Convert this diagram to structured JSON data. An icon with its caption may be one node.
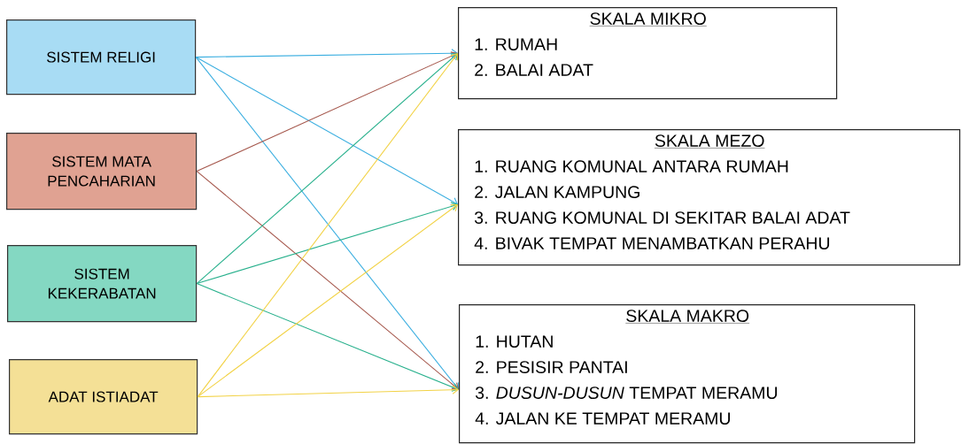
{
  "diagram": {
    "nodes": [
      {
        "text": [
          "SISTEM RELIGI"
        ]
      },
      {
        "text": [
          "SISTEM MATA PENCAHARIAN"
        ]
      },
      {
        "text": [
          "SISTEM KEKERABATAN"
        ]
      },
      {
        "text": [
          "ADAT ISTIADAT"
        ]
      },
      {
        "text": [
          "SKALA MIKRO",
          "1. RUMAH",
          "2. BALAI ADAT"
        ]
      },
      {
        "text": [
          "SKALA MEZO",
          "1. RUANG KOMUNAL ANTARA RUMAH",
          "2. JALAN KAMPUNG",
          "3. RUANG KOMUNAL DI SEKITAR BALAI ADAT",
          "4. BIVAK TEMPAT MENAMBATKAN PERAHU"
        ]
      },
      {
        "text": [
          "SKALA MAKRO",
          "1. HUTAN",
          "2. PESISIR PANTAI",
          "3. *DUSUN-DUSUN* TEMPAT MERAMU",
          "4. JALAN KE TEMPAT MERAMU"
        ]
      }
    ],
    "edges": [
      {
        "from": 0,
        "to": 4,
        "arrow": "to",
        "color": "#3aaee0"
      },
      {
        "from": 0,
        "to": 5,
        "arrow": "to",
        "color": "#3aaee0"
      },
      {
        "from": 0,
        "to": 6,
        "arrow": "to",
        "color": "#3aaee0"
      },
      {
        "from": 1,
        "to": 4,
        "arrow": "to",
        "color": "#a5574c"
      },
      {
        "from": 1,
        "to": 6,
        "arrow": "to",
        "color": "#a5574c"
      },
      {
        "from": 2,
        "to": 4,
        "arrow": "to",
        "color": "#27b08c"
      },
      {
        "from": 2,
        "to": 5,
        "arrow": "to",
        "color": "#27b08c"
      },
      {
        "from": 2,
        "to": 6,
        "arrow": "to",
        "color": "#27b08c"
      },
      {
        "from": 3,
        "to": 4,
        "arrow": "to",
        "color": "#f2d245"
      },
      {
        "from": 3,
        "to": 5,
        "arrow": "to",
        "color": "#f2d245"
      },
      {
        "from": 3,
        "to": 6,
        "arrow": "to",
        "color": "#f2d245"
      }
    ]
  }
}
